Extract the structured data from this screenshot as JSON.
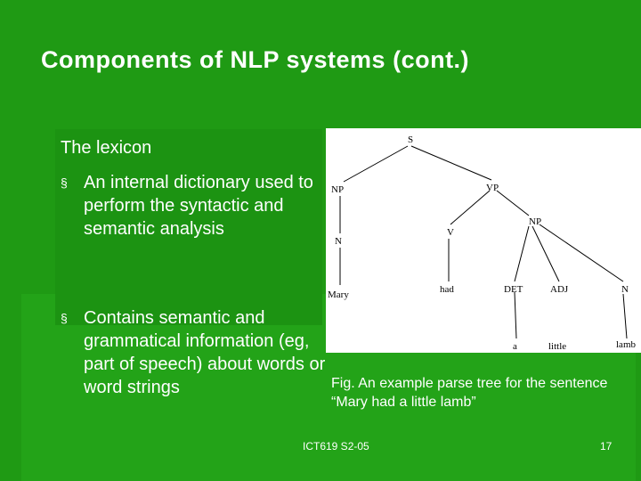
{
  "slide": {
    "title": "Components of NLP systems (cont.)",
    "heading": "The lexicon",
    "bullets": [
      {
        "marker": "§",
        "text": "An internal dictionary used to perform the syntactic and semantic analysis"
      },
      {
        "marker": "§",
        "text": "Contains semantic and grammatical information (eg, part of speech) about words or word strings"
      }
    ],
    "figure": {
      "caption": "Fig. An example parse tree for the sentence “Mary had a little lamb”",
      "nodes": {
        "s": "S",
        "np1": "NP",
        "vp": "VP",
        "n1": "N",
        "v": "V",
        "np2": "NP",
        "mary": "Mary",
        "had": "had",
        "det": "DET",
        "adj": "ADJ",
        "n2": "N",
        "a": "a",
        "little": "little",
        "lamb": "lamb"
      }
    },
    "footer": {
      "course": "ICT619 S2-05",
      "page": "17"
    }
  }
}
